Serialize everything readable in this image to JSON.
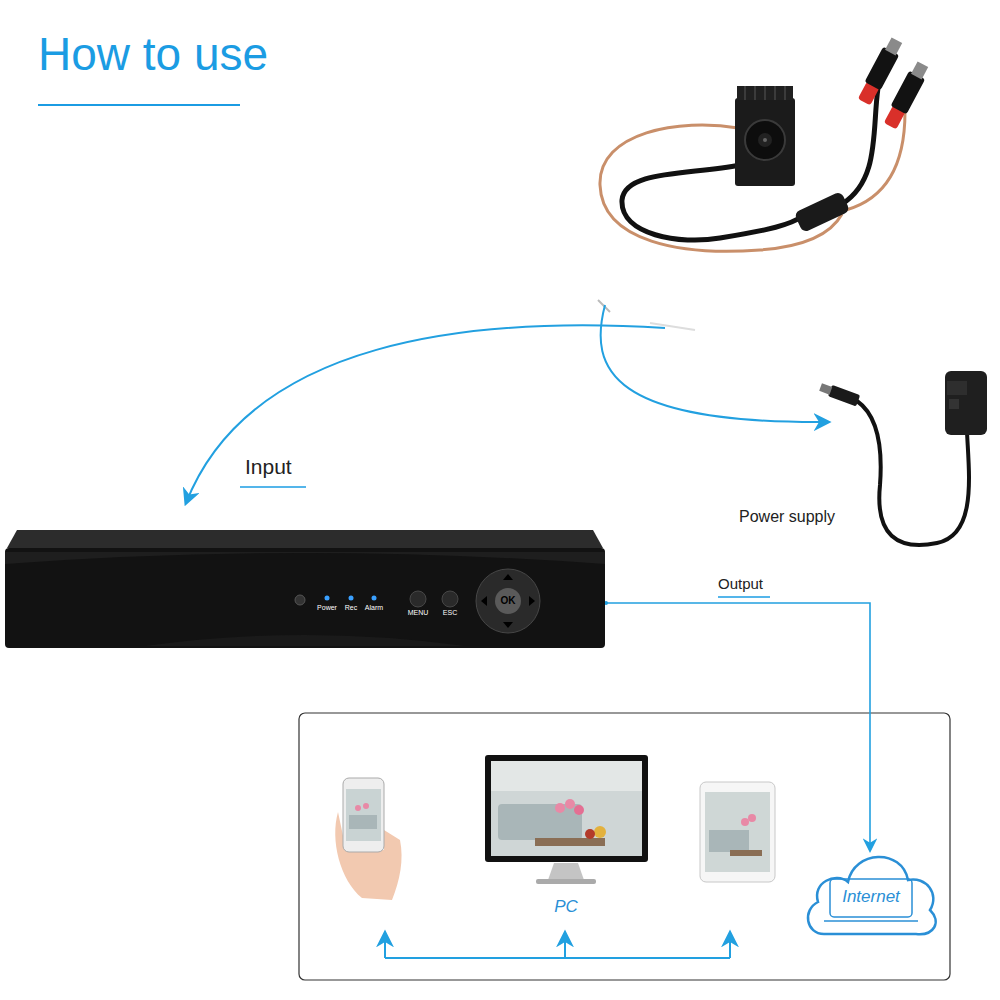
{
  "diagram": {
    "title": "How to use",
    "nodes": [
      {
        "text": [
          "Power",
          "Rec",
          "Alarm",
          "MENU",
          "ESC",
          "OK"
        ]
      },
      {
        "text": [
          "Power supply"
        ]
      },
      {
        "text": [
          "PC"
        ]
      },
      {
        "text": [
          "Internet"
        ]
      }
    ],
    "edges": [
      {
        "from": 0,
        "to": 3,
        "label": "Output",
        "arrow": "to"
      }
    ],
    "labels": [
      "Input"
    ]
  }
}
